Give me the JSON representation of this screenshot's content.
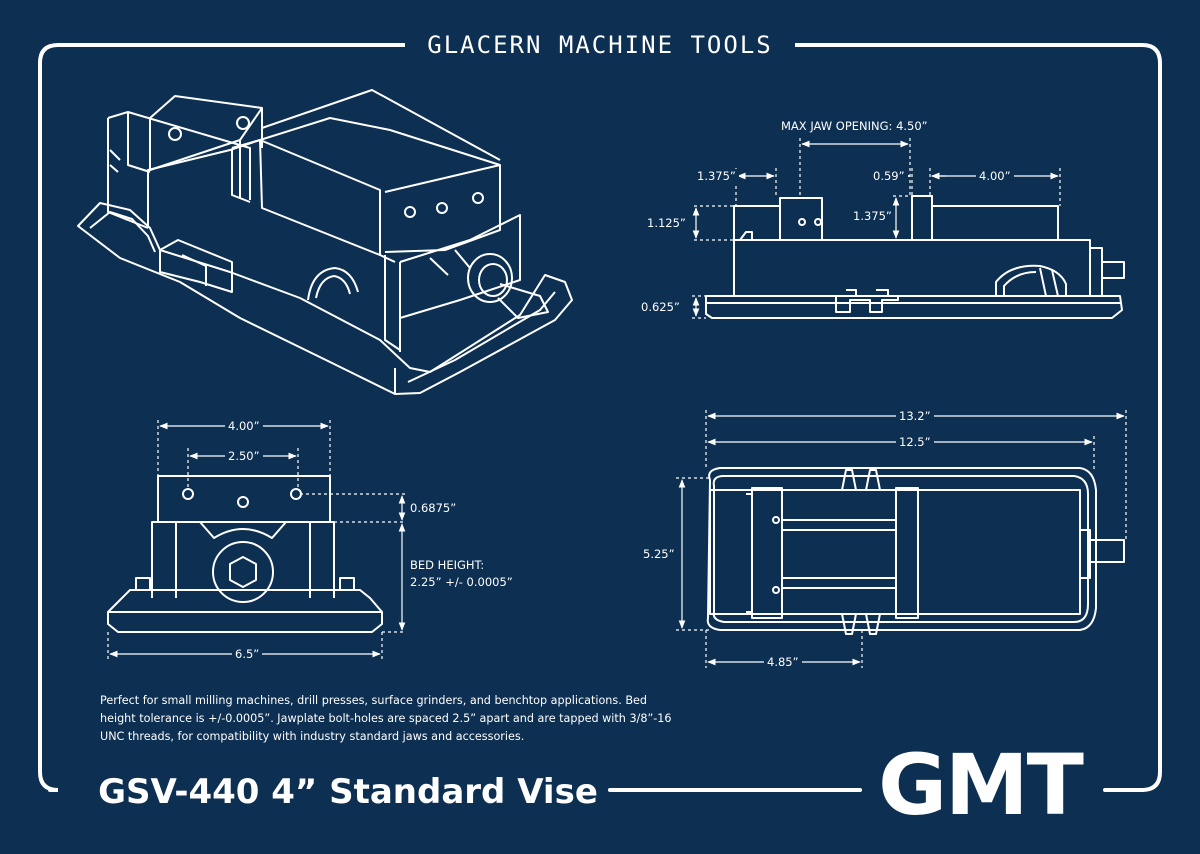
{
  "header": {
    "brand": "GLACERN MACHINE TOOLS"
  },
  "footer": {
    "title": "GSV-440 4” Standard Vise",
    "logo": "GMT"
  },
  "description": "Perfect for small milling machines, drill presses, surface grinders, and benchtop applications.  Bed height tolerance is +/-0.0005”.  Jawplate bolt-holes are spaced 2.5” apart and are tapped with 3/8”-16 UNC threads, for compatibility with industry standard jaws and accessories.",
  "side_view": {
    "max_jaw_opening": "MAX JAW OPENING: 4.50”",
    "dim_1375_top": "1.375”",
    "dim_059": "0.59”",
    "dim_400": "4.00”",
    "dim_1125": "1.125”",
    "dim_1375_side": "1.375”",
    "dim_0625": "0.625”"
  },
  "front_view": {
    "dim_400": "4.00”",
    "dim_250": "2.50”",
    "dim_06875": "0.6875”",
    "bed_height_label": "BED HEIGHT:",
    "bed_height_value": "2.25” +/- 0.0005”",
    "dim_65": "6.5”"
  },
  "top_view": {
    "dim_132": "13.2”",
    "dim_125": "12.5”",
    "dim_525": "5.25”",
    "dim_485": "4.85”"
  },
  "colors": {
    "background": "#0d2f52",
    "line": "#ffffff"
  }
}
